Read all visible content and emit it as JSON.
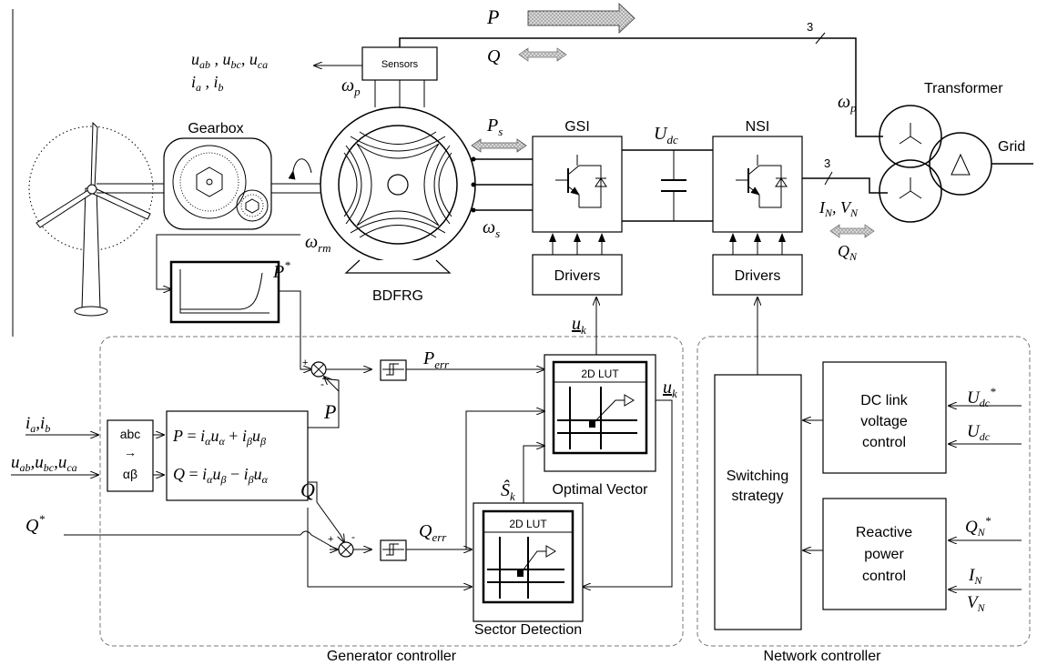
{
  "blocks": {
    "sensors": "Sensors",
    "gearbox": "Gearbox",
    "bdfrg": "BDFRG",
    "gsi": "GSI",
    "nsi": "NSI",
    "transformer": "Transformer",
    "grid": "Grid",
    "drivers_gsi": "Drivers",
    "drivers_nsi": "Drivers",
    "abc": "abc",
    "ab": "αβ",
    "lut1": "2D LUT",
    "lut2": "2D LUT",
    "optimal_vector": "Optimal Vector",
    "sector_detection": "Sector Detection",
    "switching_1": "Switching",
    "switching_2": "strategy",
    "dc_1": "DC link",
    "dc_2": "voltage",
    "dc_3": "control",
    "rp_1": "Reactive",
    "rp_2": "power",
    "rp_3": "control",
    "generator_controller": "Generator controller",
    "network_controller": "Network controller",
    "three_top": "3",
    "three_mid": "3"
  },
  "symbols": {
    "P_top": "P",
    "Q_top": "Q",
    "sensor_out_1": "u_ab , u_bc, u_ca",
    "sensor_out_2": "i_a , i_b",
    "omega_p_left": "ω_p",
    "omega_p_right": "ω_p",
    "Ps": "P_s",
    "Udc": "U_dc",
    "omega_s": "ω_s",
    "omega_rm": "ω_rm",
    "IN_VN": "I_N, V_N",
    "QN": "Q_N",
    "P_star": "P*",
    "uk_top": "u_k",
    "uk_right": "u_k",
    "Perr": "P_err",
    "Qerr": "Q_err",
    "P_sig": "P",
    "Q_sig": "Q",
    "Sk": "Ŝ_k",
    "ia_ib": "i_a,i_b",
    "uab_ubc_uca": "u_ab,u_bc,u_ca",
    "Q_star": "Q*",
    "P_eq": "P = i_α u_α + i_β u_β",
    "Q_eq": "Q = i_α u_β − i_β u_α",
    "Udc_star_in": "U_dc*",
    "Udc_in": "U_dc",
    "QN_star_in": "Q_N*",
    "IN_in": "I_N",
    "VN_in": "V_N",
    "plus1": "+",
    "minus1": "-",
    "plus2": "+",
    "minus2": "-"
  },
  "colors": {
    "line": "#000000",
    "dashed_border": "#777777",
    "arrow_fill": "#c8c8c8"
  }
}
